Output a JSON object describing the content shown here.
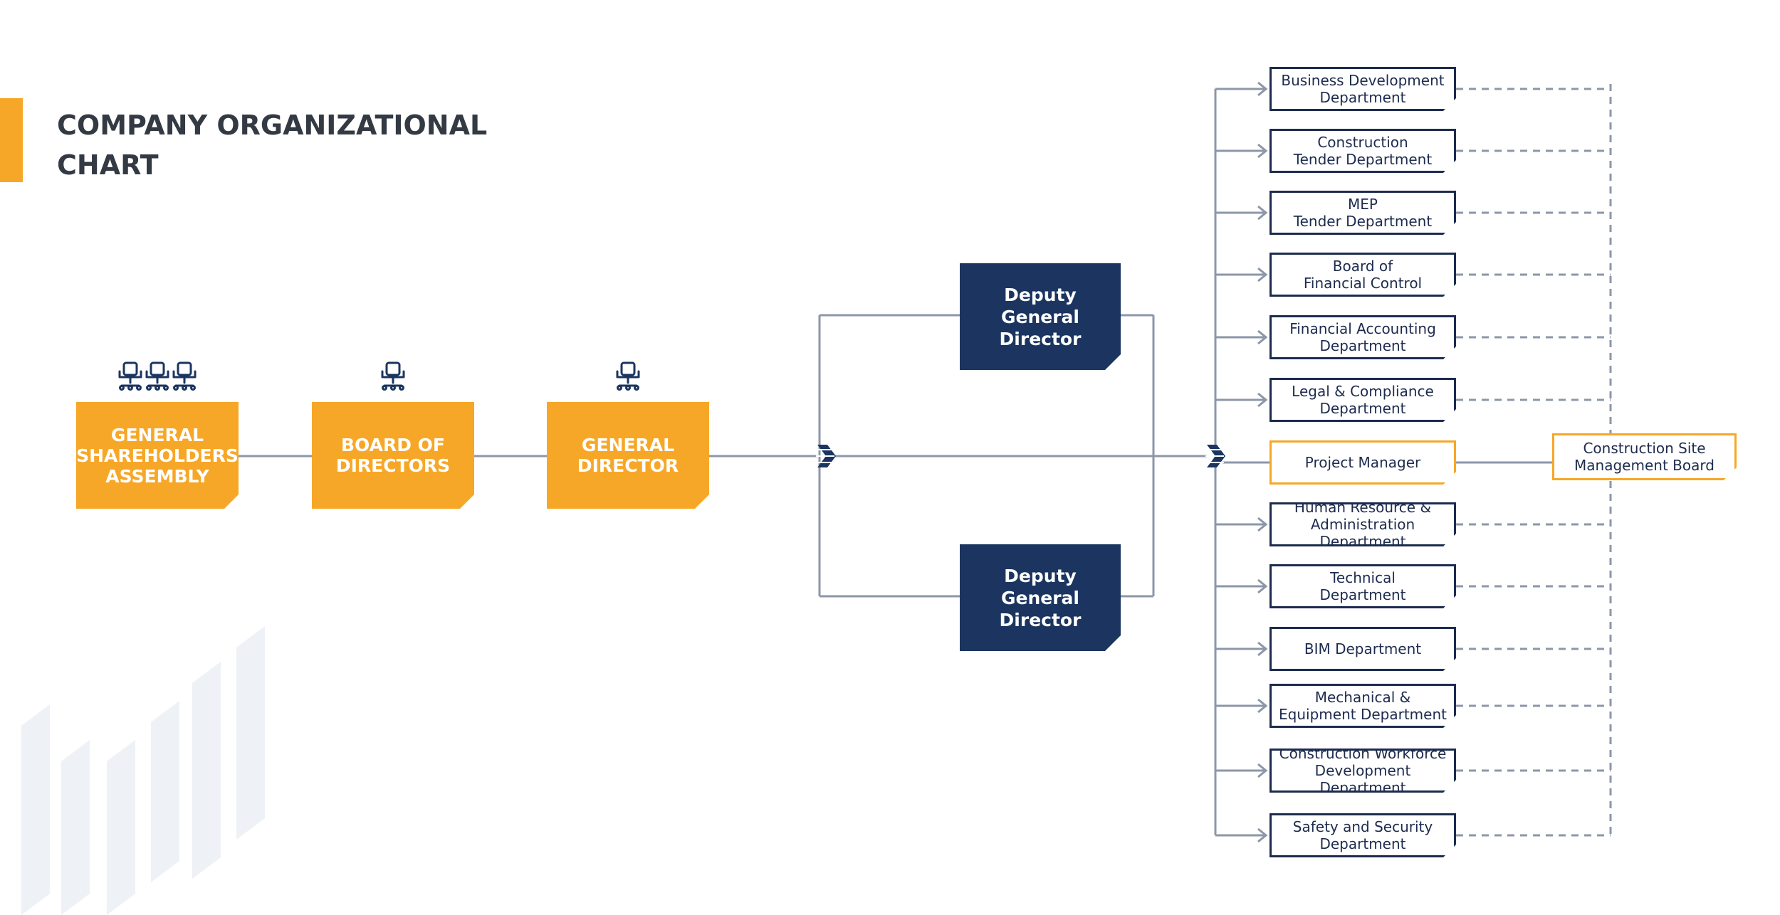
{
  "title": "COMPANY ORGANIZATIONAL\nCHART",
  "colors": {
    "accent": "#F7A727",
    "navy": "#1B3560",
    "dept_border": "#1D2B4E",
    "highlight_border": "#F7A727",
    "connector": "#8C97A8",
    "title_text": "#333A44",
    "watermark": "#EEF1F6"
  },
  "icons": {
    "chair": "office-chair-icon",
    "chevron": "double-chevron-right-icon"
  },
  "governance": [
    {
      "label": "GENERAL\nSHAREHOLDERS\nASSEMBLY",
      "chairs": 3
    },
    {
      "label": "BOARD OF\nDIRECTORS",
      "chairs": 1
    },
    {
      "label": "GENERAL\nDIRECTOR",
      "chairs": 1
    }
  ],
  "deputies": [
    {
      "label": "Deputy\nGeneral Director"
    },
    {
      "label": "Deputy\nGeneral Director"
    }
  ],
  "departments": [
    {
      "label": "Business Development\nDepartment"
    },
    {
      "label": "Construction\nTender Department"
    },
    {
      "label": "MEP\nTender Department"
    },
    {
      "label": "Board of\nFinancial Control"
    },
    {
      "label": "Financial Accounting\nDepartment"
    },
    {
      "label": "Legal & Compliance\nDepartment"
    },
    {
      "label": "Project Manager",
      "highlight": true
    },
    {
      "label": "Human Resource &\nAdministration Department"
    },
    {
      "label": "Technical\nDepartment"
    },
    {
      "label": "BIM Department"
    },
    {
      "label": "Mechanical &\nEquipment Department"
    },
    {
      "label": "Construction Workforce\nDevelopment Department"
    },
    {
      "label": "Safety and Security\nDepartment"
    }
  ],
  "site_board": {
    "label": "Construction Site\nManagement Board"
  }
}
